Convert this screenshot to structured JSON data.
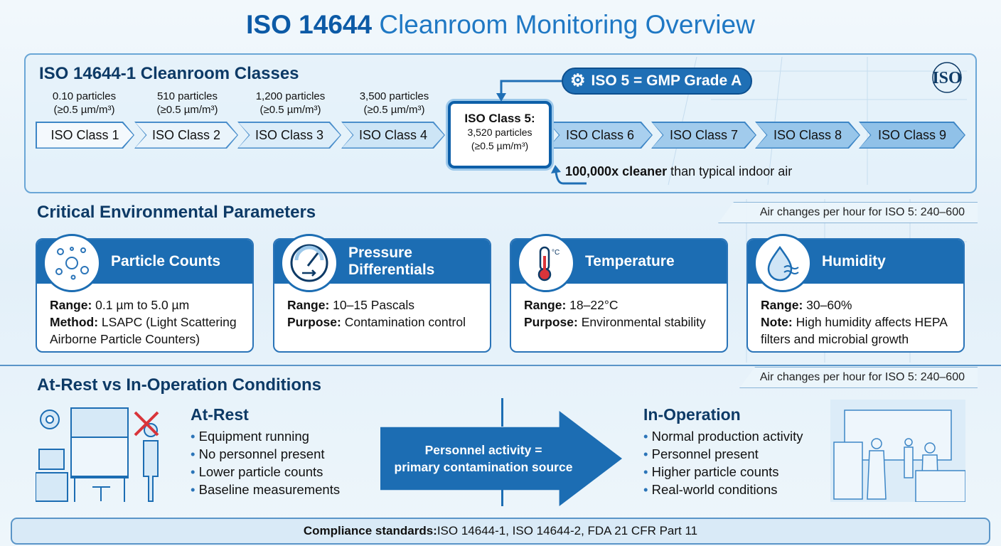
{
  "title": {
    "bold": "ISO 14644",
    "rest": " Cleanroom Monitoring Overview"
  },
  "classes": {
    "heading": "ISO 14644-1 Cleanroom Classes",
    "items": [
      {
        "label": "ISO Class 1",
        "count": "0.10 particles",
        "unit": "(≥0.5 µm/m³)"
      },
      {
        "label": "ISO Class 2",
        "count": "510 particles",
        "unit": "(≥0.5 µm/m³)"
      },
      {
        "label": "ISO Class 3",
        "count": "1,200 particles",
        "unit": "(≥0.5 µm/m³)"
      },
      {
        "label": "ISO Class 4",
        "count": "3,500 particles",
        "unit": "(≥0.5 µm/m³)"
      },
      {
        "label": "ISO Class 5:",
        "count": "3,520 particles",
        "unit": "(≥0.5 µm/m³)"
      },
      {
        "label": "ISO Class 6"
      },
      {
        "label": "ISO Class 7"
      },
      {
        "label": "ISO Class 8"
      },
      {
        "label": "ISO Class 9"
      }
    ],
    "gmp_badge": "ISO 5 = GMP Grade A",
    "cleaner_bold": "100,000x cleaner",
    "cleaner_rest": " than typical indoor air",
    "logo": "ISO"
  },
  "air_changes": "Air changes per hour for ISO 5: 240–600",
  "parameters": {
    "heading": "Critical Environmental Parameters",
    "cards": [
      {
        "title": "Particle Counts",
        "icon": "particles-icon",
        "l1": "Range:",
        "v1": " 0.1 µm to 5.0 µm",
        "l2": "Method:",
        "v2": " LSAPC (Light Scattering Airborne Particle Counters)"
      },
      {
        "title": "Pressure Differentials",
        "icon": "gauge-icon",
        "l1": "Range:",
        "v1": " 10–15 Pascals",
        "l2": "Purpose:",
        "v2": " Contamination control"
      },
      {
        "title": "Temperature",
        "icon": "thermometer-icon",
        "l1": "Range:",
        "v1": " 18–22°C",
        "l2": "Purpose:",
        "v2": " Environmental stability"
      },
      {
        "title": "Humidity",
        "icon": "water-drop-icon",
        "l1": "Range:",
        "v1": " 30–60%",
        "l2": "Note:",
        "v2": " High humidity affects HEPA filters and microbial growth"
      }
    ]
  },
  "conditions": {
    "heading": "At-Rest vs In-Operation Conditions",
    "at_rest": {
      "title": "At-Rest",
      "bullets": [
        "Equipment running",
        "No personnel present",
        "Lower particle counts",
        "Baseline measurements"
      ]
    },
    "arrow_text": [
      "Personnel activity =",
      "primary contamination source"
    ],
    "in_operation": {
      "title": "In-Operation",
      "bullets": [
        "Normal production activity",
        "Personnel present",
        "Higher particle counts",
        "Real-world conditions"
      ]
    }
  },
  "footer": {
    "bold": "Compliance standards:",
    "rest": " ISO 14644-1, ISO 14644-2, FDA 21 CFR Part 11"
  },
  "colors": {
    "primary": "#1c6db3",
    "dark": "#0d3a66",
    "accent_red": "#d9343a"
  }
}
